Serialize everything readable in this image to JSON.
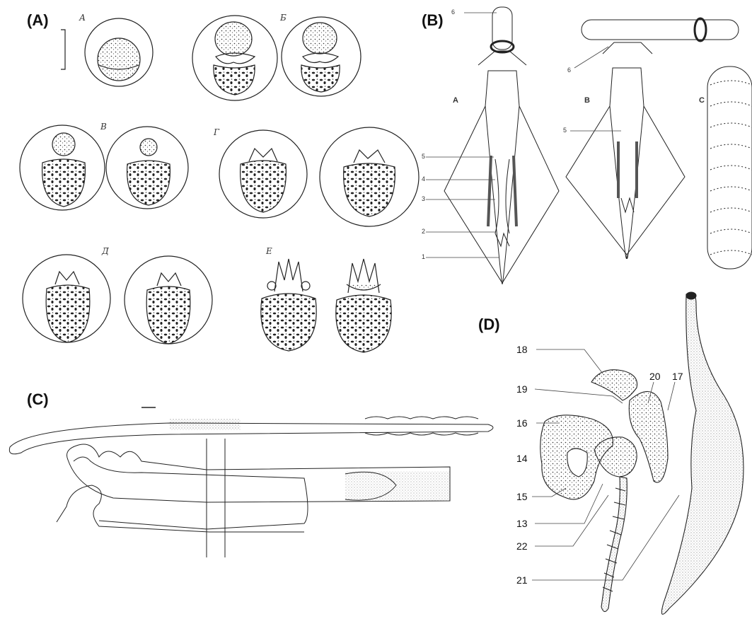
{
  "panels": {
    "A": {
      "label": "(A)",
      "stages": [
        "А",
        "Б",
        "В",
        "Г",
        "Д",
        "Е"
      ]
    },
    "B": {
      "label": "(B)",
      "sub_labels": [
        "A",
        "B",
        "C"
      ],
      "numbers_A": [
        "6",
        "5",
        "4",
        "3",
        "2",
        "1"
      ],
      "numbers_B": [
        "6",
        "5"
      ]
    },
    "C": {
      "label": "(C)"
    },
    "D": {
      "label": "(D)",
      "numbers": [
        "18",
        "20",
        "17",
        "19",
        "16",
        "14",
        "15",
        "13",
        "22",
        "21"
      ]
    }
  },
  "colors": {
    "ink": "#222222",
    "paper": "#ffffff",
    "shade": "#777777"
  }
}
